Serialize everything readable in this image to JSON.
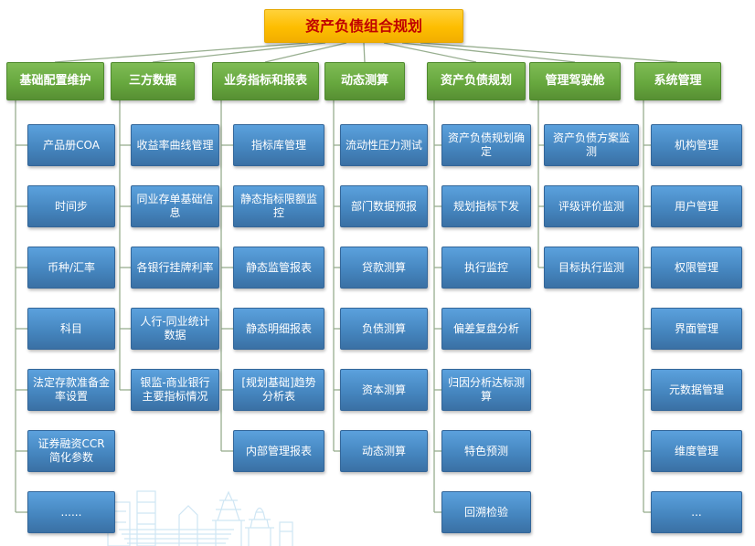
{
  "root": {
    "label": "资产负债组合规划"
  },
  "groups": [
    {
      "label": "基础配置维护",
      "items": [
        "产品册COA",
        "时间步",
        "币种/汇率",
        "科目",
        "法定存款准备金率设置",
        "证券融资CCR简化参数",
        "......"
      ]
    },
    {
      "label": "三方数据",
      "items": [
        "收益率曲线管理",
        "同业存单基础信息",
        "各银行挂牌利率",
        "人行-同业统计数据",
        "银监-商业银行主要指标情况"
      ]
    },
    {
      "label": "业务指标和报表",
      "items": [
        "指标库管理",
        "静态指标限额监控",
        "静态监管报表",
        "静态明细报表",
        "[规划基础]趋势分析表",
        "内部管理报表"
      ]
    },
    {
      "label": "动态测算",
      "items": [
        "流动性压力测试",
        "部门数据预报",
        "贷款测算",
        "负债测算",
        "资本测算",
        "动态测算"
      ]
    },
    {
      "label": "资产负债规划",
      "items": [
        "资产负债规划确定",
        "规划指标下发",
        "执行监控",
        "偏差复盘分析",
        "归因分析达标测算",
        "特色预测",
        "回溯检验"
      ]
    },
    {
      "label": "管理驾驶舱",
      "items": [
        "资产负债方案监测",
        "评级评价监测",
        "目标执行监测"
      ]
    },
    {
      "label": "系统管理",
      "items": [
        "机构管理",
        "用户管理",
        "权限管理",
        "界面管理",
        "元数据管理",
        "维度管理",
        "..."
      ]
    }
  ],
  "colors": {
    "root_bg": "#FFC000",
    "root_text": "#C00000",
    "group_bg": "#67A83E",
    "item_bg": "#4484BD",
    "connector": "#97AE8F"
  }
}
